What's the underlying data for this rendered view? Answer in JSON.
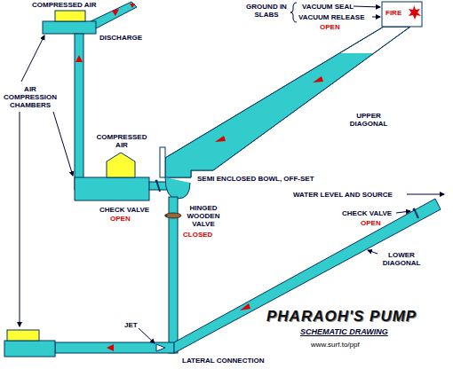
{
  "diagram": {
    "title": "PHARAOH'S PUMP",
    "labels": [
      "COMPRESSED AIR",
      "DISCHARGE",
      "AIR COMPRESSION CHAMBERS",
      "COMPRESSED AIR",
      "GROUND IN SLABS",
      "VACUUM SEAL",
      "VACUUM RELEASE",
      "OPEN",
      "FIRE",
      "UPPER DIAGONAL",
      "SEMI ENCLOSED BOWL, OFF-SET",
      "CHECK VALVE",
      "OPEN",
      "HINGED WOODEN VALVE",
      "CLOSED",
      "WATER LEVEL AND SOURCE",
      "CHECK VALVE",
      "OPEN",
      "LOWER DIAGONAL",
      "SCHEMATIC DRAWING",
      "www.surf.to/ppf",
      "JET",
      "LATERAL CONNECTION"
    ]
  }
}
